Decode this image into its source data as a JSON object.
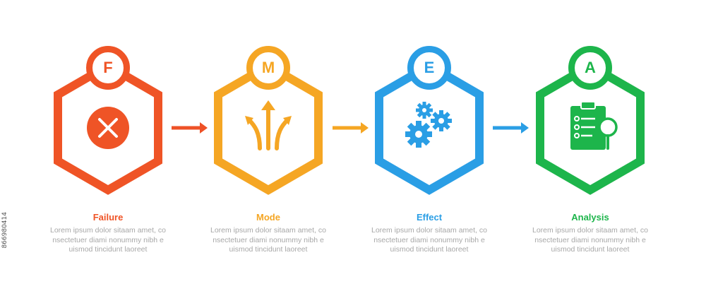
{
  "colors": {
    "failure": "#ef5426",
    "mode": "#f5a624",
    "effect": "#2a9ee5",
    "analysis": "#1db54b",
    "arrow_red": "#ee5126",
    "arrow_orange": "#f5a623",
    "arrow_blue": "#2a9ee5"
  },
  "steps": [
    {
      "letter": "F",
      "title": "Failure",
      "icon": "x-circle-icon",
      "desc": [
        "Lorem ipsum dolor sitaam amet, co",
        "nsectetuer diami nonummy  nibh e",
        "uismod tincidunt laoreet"
      ]
    },
    {
      "letter": "M",
      "title": "Mode",
      "icon": "branching-arrows-icon",
      "desc": [
        "Lorem ipsum dolor sitaam amet, co",
        "nsectetuer diami nonummy  nibh e",
        "uismod tincidunt laoreet"
      ]
    },
    {
      "letter": "E",
      "title": "Effect",
      "icon": "gears-icon",
      "desc": [
        "Lorem ipsum dolor sitaam amet, co",
        "nsectetuer diami nonummy  nibh e",
        "uismod tincidunt laoreet"
      ]
    },
    {
      "letter": "A",
      "title": "Analysis",
      "icon": "clipboard-magnifier-icon",
      "desc": [
        "Lorem ipsum dolor sitaam amet, co",
        "nsectetuer diami nonummy  nibh e",
        "uismod tincidunt laoreet"
      ]
    }
  ],
  "side_code": "866980414"
}
